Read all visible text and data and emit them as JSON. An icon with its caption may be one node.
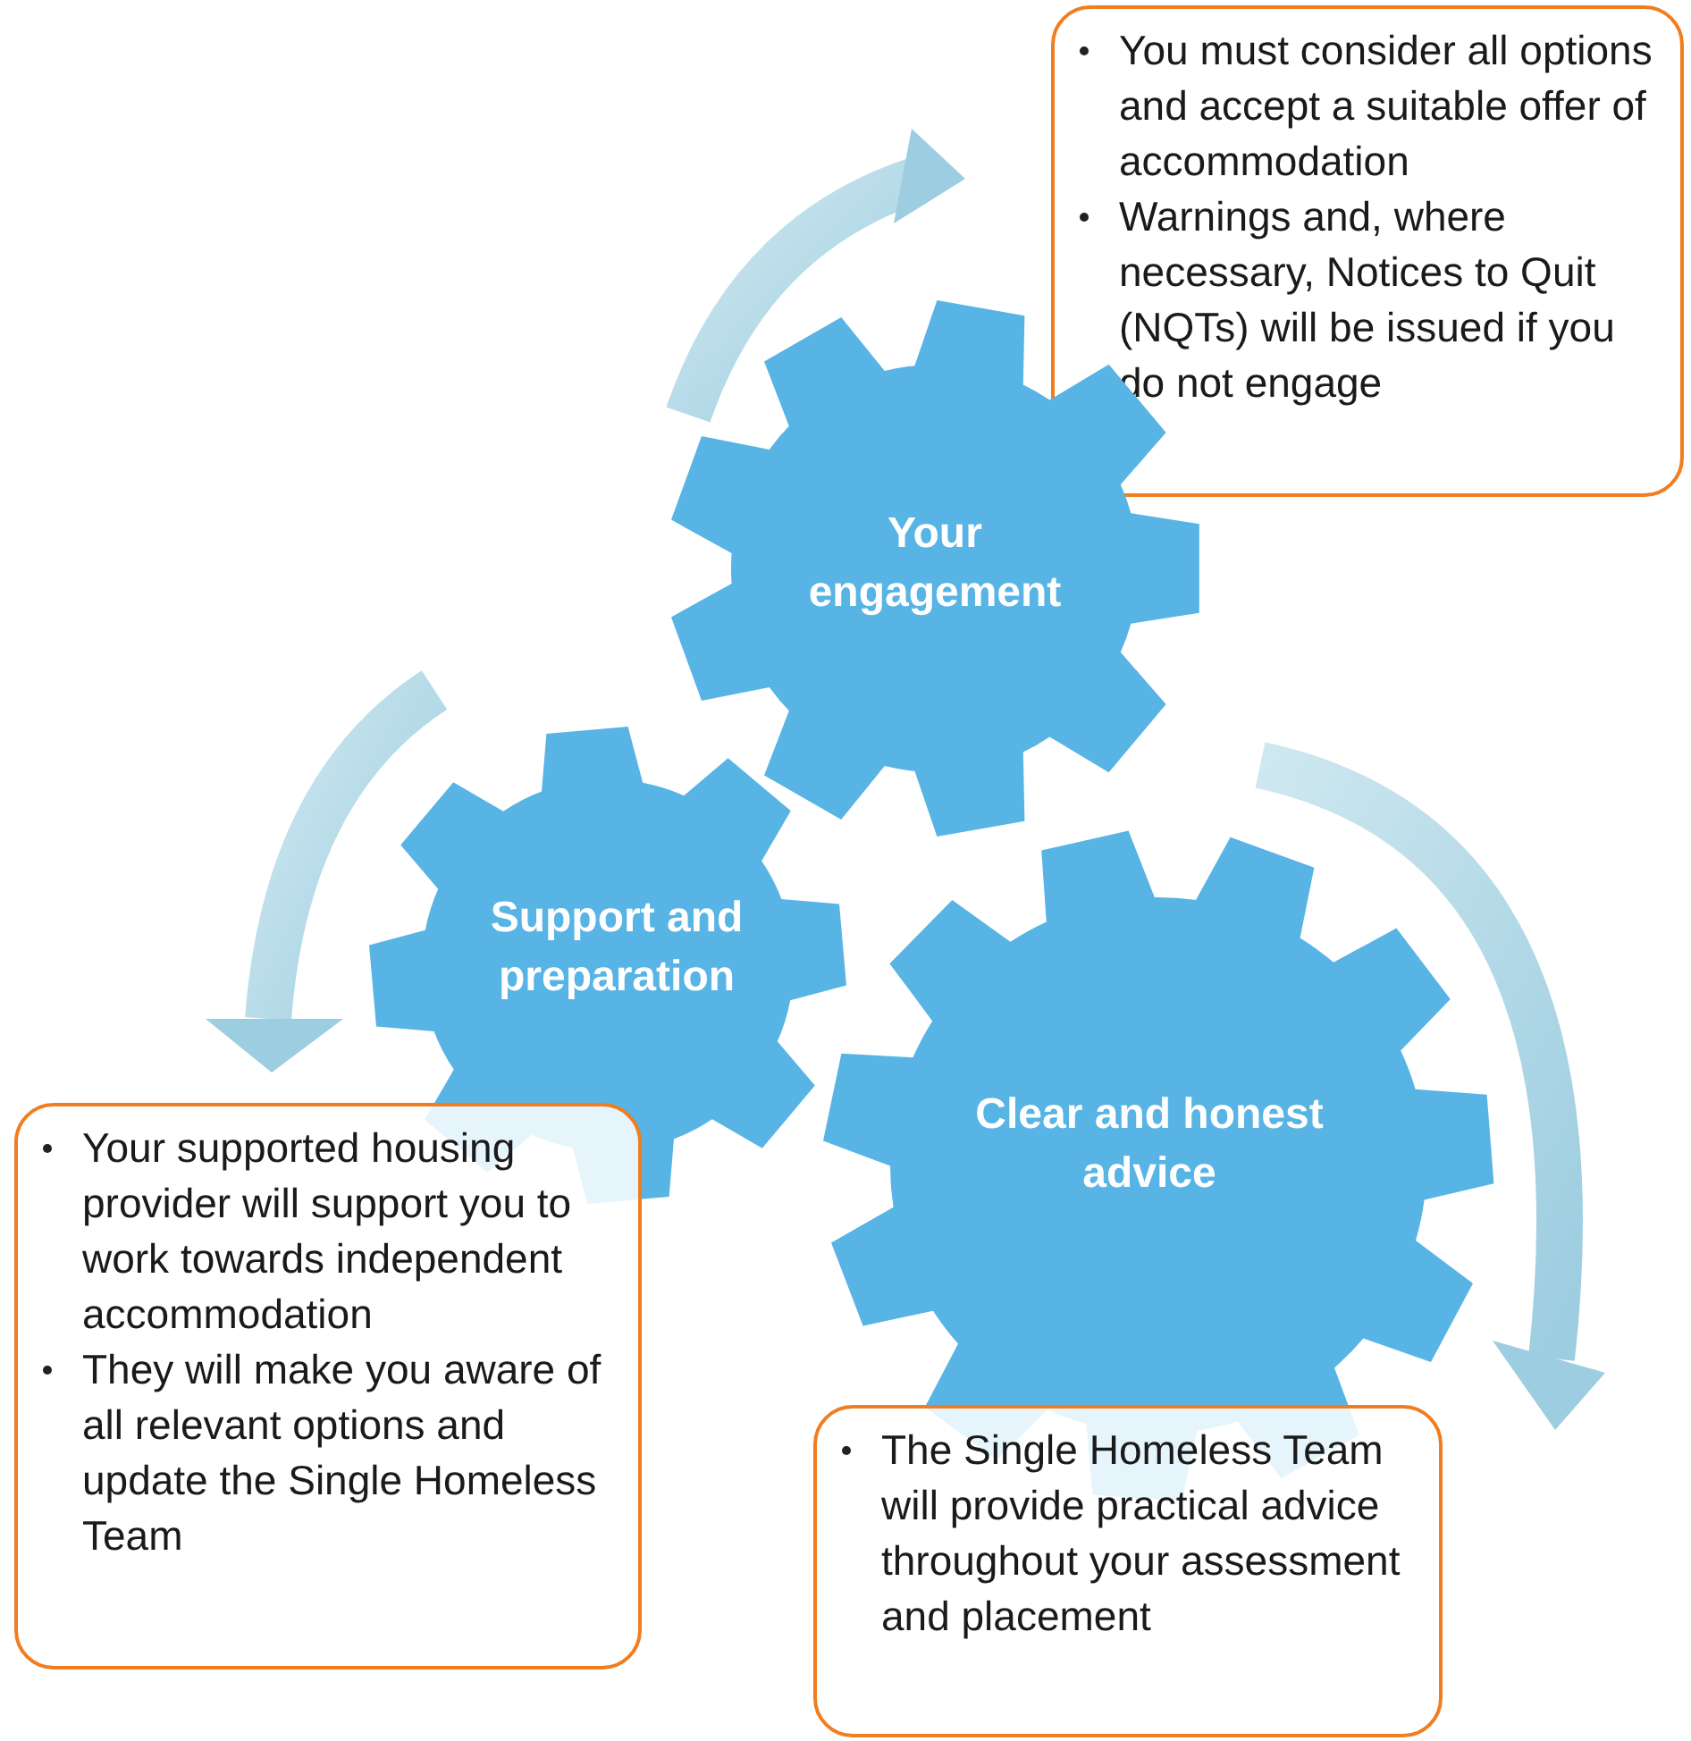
{
  "diagram": {
    "nodes": [
      {
        "text": [
          "You must consider all options and accept a suitable offer of accommodation",
          "Warnings and, where necessary, Notices to Quit (NQTs) will be issued if you do not engage"
        ]
      },
      {
        "text": [
          "Your engagement"
        ]
      },
      {
        "text": [
          "Support and preparation"
        ]
      },
      {
        "text": [
          "Clear and honest advice"
        ]
      },
      {
        "text": [
          "Your supported housing provider will support you to work towards independent accommodation",
          "They will make you aware of all relevant options and update the Single Homeless Team"
        ]
      },
      {
        "text": [
          "The Single Homeless Team will provide practical advice throughout your assessment and placement"
        ]
      }
    ],
    "edges": []
  }
}
